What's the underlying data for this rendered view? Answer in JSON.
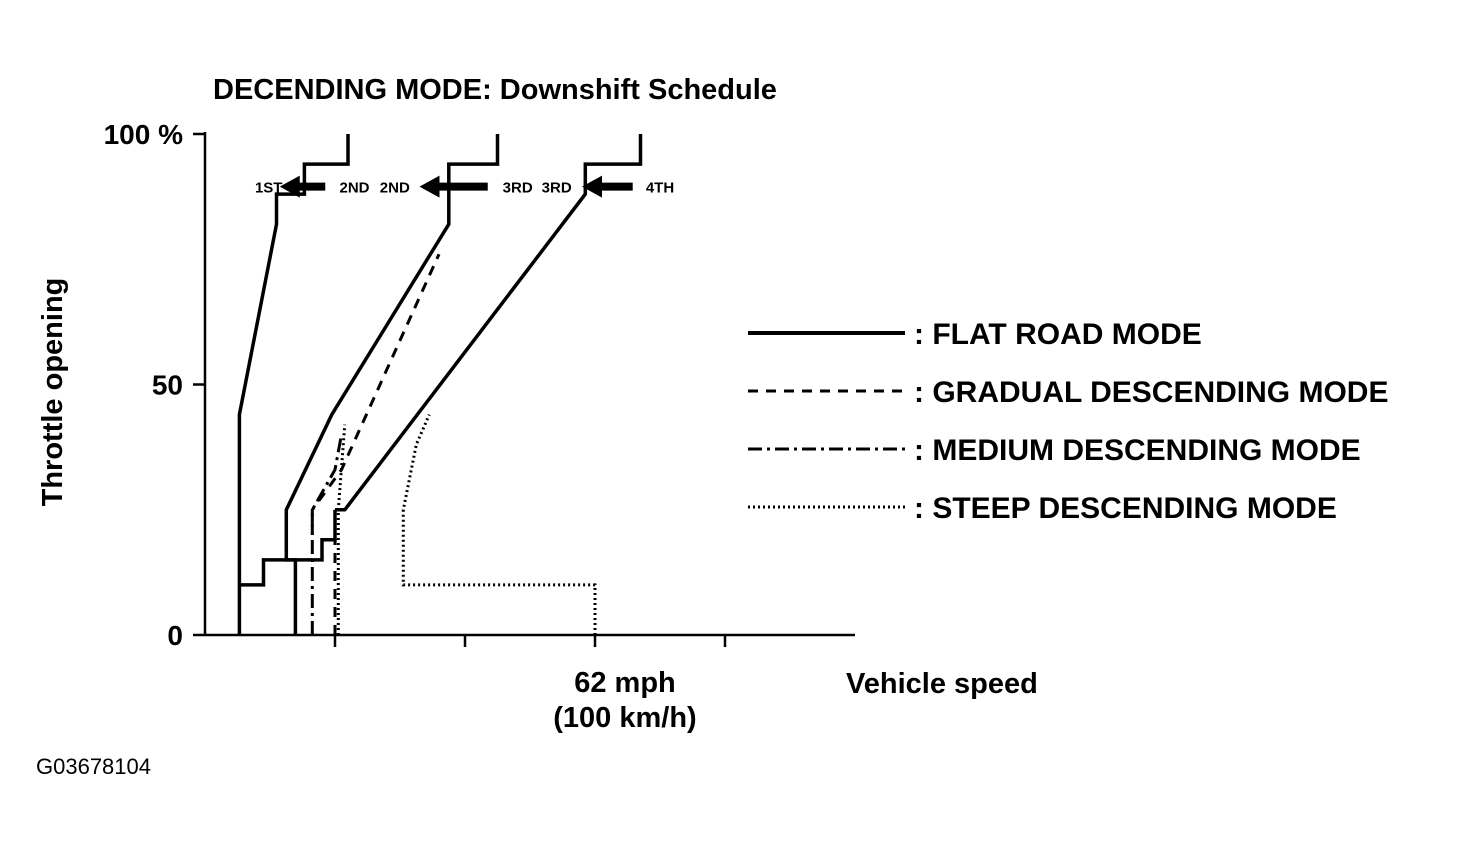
{
  "figure_code": "G03678104",
  "chart_data": {
    "type": "line",
    "title": "DECENDING MODE: Downshift Schedule",
    "xlabel": "Vehicle speed",
    "ylabel": "Throttle opening",
    "x_ticks": [
      {
        "x": 20,
        "label": ""
      },
      {
        "x": 40,
        "label": ""
      },
      {
        "x": 60,
        "label": "62 mph",
        "sublabel": "(100 km/h)"
      },
      {
        "x": 80,
        "label": ""
      }
    ],
    "y_ticks": [
      {
        "y": 0,
        "label": "0"
      },
      {
        "y": 50,
        "label": "50"
      },
      {
        "y": 100,
        "label": "100 %"
      }
    ],
    "xlim": [
      0,
      100
    ],
    "ylim": [
      0,
      100
    ],
    "grid": false,
    "legend_position": "right",
    "gear_labels": [
      {
        "text": "1ST",
        "x": 9.8,
        "y": 89.5
      },
      {
        "text": "2ND",
        "x": 23,
        "y": 89.5
      },
      {
        "text": "2ND",
        "x": 29.2,
        "y": 89.5
      },
      {
        "text": "3RD",
        "x": 48.1,
        "y": 89.5
      },
      {
        "text": "3RD",
        "x": 54.1,
        "y": 89.5
      },
      {
        "text": "4TH",
        "x": 70,
        "y": 89.5
      }
    ],
    "shift_arrows": [
      {
        "from": "2ND",
        "to": "1ST",
        "x_from": 18.5,
        "x_to": 11.5,
        "y": 89.5
      },
      {
        "from": "3RD",
        "to": "2ND",
        "x_from": 43.5,
        "x_to": 33.0,
        "y": 89.5
      },
      {
        "from": "4TH",
        "to": "3RD",
        "x_from": 65.8,
        "x_to": 58.0,
        "y": 89.5
      }
    ],
    "series": [
      {
        "name": "FLAT ROAD MODE",
        "style": "solid",
        "shift": "2-1",
        "points": [
          [
            5.3,
            0
          ],
          [
            5.3,
            10
          ],
          [
            5.3,
            44
          ],
          [
            11,
            82
          ],
          [
            11,
            88
          ],
          [
            15.3,
            88
          ],
          [
            15.3,
            94
          ],
          [
            22,
            94
          ],
          [
            22,
            100
          ]
        ]
      },
      {
        "name": "FLAT ROAD MODE",
        "style": "solid",
        "shift": "2-1 low",
        "points": [
          [
            5.3,
            10
          ],
          [
            9,
            10
          ],
          [
            9,
            15
          ],
          [
            14,
            15
          ]
        ]
      },
      {
        "name": "FLAT ROAD MODE",
        "style": "solid",
        "shift": "3-2",
        "points": [
          [
            13.9,
            0
          ],
          [
            13.9,
            15
          ],
          [
            12.5,
            15
          ],
          [
            12.5,
            25
          ],
          [
            19.5,
            44
          ],
          [
            37.5,
            82
          ],
          [
            37.5,
            94
          ],
          [
            45,
            94
          ],
          [
            45,
            100
          ]
        ]
      },
      {
        "name": "FLAT ROAD MODE",
        "style": "solid",
        "shift": "3-2 low",
        "points": [
          [
            13.9,
            15
          ],
          [
            18,
            15
          ],
          [
            18,
            19
          ],
          [
            20,
            19
          ],
          [
            20,
            25
          ]
        ]
      },
      {
        "name": "FLAT ROAD MODE",
        "style": "solid",
        "shift": "4-3",
        "points": [
          [
            20,
            25
          ],
          [
            21.5,
            25
          ],
          [
            58.5,
            88
          ],
          [
            58.5,
            94
          ],
          [
            67,
            94
          ],
          [
            67,
            100
          ]
        ]
      },
      {
        "name": "GRADUAL DESCENDING MODE",
        "style": "dashed",
        "points": [
          [
            16.5,
            20
          ],
          [
            16.5,
            25
          ],
          [
            21,
            33
          ],
          [
            36,
            76
          ]
        ]
      },
      {
        "name": "GRADUAL DESCENDING MODE",
        "style": "dashed",
        "points": [
          [
            20,
            0
          ],
          [
            20,
            19
          ]
        ]
      },
      {
        "name": "MEDIUM DESCENDING MODE",
        "style": "dashdot",
        "points": [
          [
            16.5,
            0
          ],
          [
            16.5,
            15
          ],
          [
            16.5,
            25
          ],
          [
            20,
            33
          ],
          [
            21,
            40
          ]
        ]
      },
      {
        "name": "STEEP DESCENDING MODE",
        "style": "dotted",
        "points": [
          [
            20.5,
            0
          ],
          [
            20.5,
            25
          ],
          [
            21.5,
            42
          ]
        ]
      },
      {
        "name": "STEEP DESCENDING MODE",
        "style": "dotted",
        "shift": "4-3",
        "points": [
          [
            60,
            0
          ],
          [
            60,
            10
          ],
          [
            30.5,
            10
          ],
          [
            30.5,
            25
          ],
          [
            32.5,
            38
          ],
          [
            34.5,
            44
          ]
        ]
      }
    ],
    "legend": [
      {
        "style": "solid",
        "label": ": FLAT ROAD MODE"
      },
      {
        "style": "dashed",
        "label": ": GRADUAL DESCENDING MODE"
      },
      {
        "style": "dashdot",
        "label": ": MEDIUM DESCENDING MODE"
      },
      {
        "style": "dotted",
        "label": ": STEEP DESCENDING MODE"
      }
    ],
    "colors": {
      "ink": "#000000",
      "background": "#ffffff"
    }
  }
}
